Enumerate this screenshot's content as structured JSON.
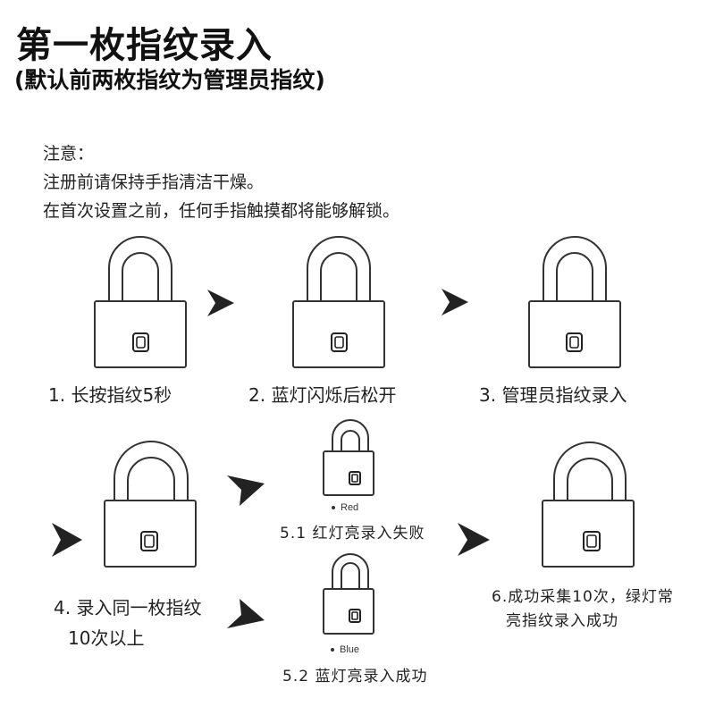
{
  "header": {
    "title": "第一枚指纹录入",
    "subtitle": "(默认前两枚指纹为管理员指纹)"
  },
  "notes": {
    "heading": "注意：",
    "line1": "注册前请保持手指清洁干燥。",
    "line2": "在首次设置之前，任何手指触摸都将能够解锁。"
  },
  "steps": {
    "step1": "1. 长按指纹5秒",
    "step2": "2. 蓝灯闪烁后松开",
    "step3": "3. 管理员指纹录入",
    "step4_line1": "4. 录入同一枚指纹",
    "step4_line2": "10次以上",
    "step5_1": "5.1 红灯亮录入失败",
    "step5_2": "5.2 蓝灯亮录入成功",
    "step6_line1": "6.成功采集10次，绿灯常",
    "step6_line2": "亮指纹录入成功"
  },
  "indicators": {
    "red": "Red",
    "blue": "Blue"
  },
  "icons": {
    "lock": "padlock-icon",
    "fingerprint": "fingerprint-sensor-icon",
    "arrow": "arrow-right-icon"
  },
  "colors": {
    "ink": "#222222",
    "background": "#ffffff"
  }
}
